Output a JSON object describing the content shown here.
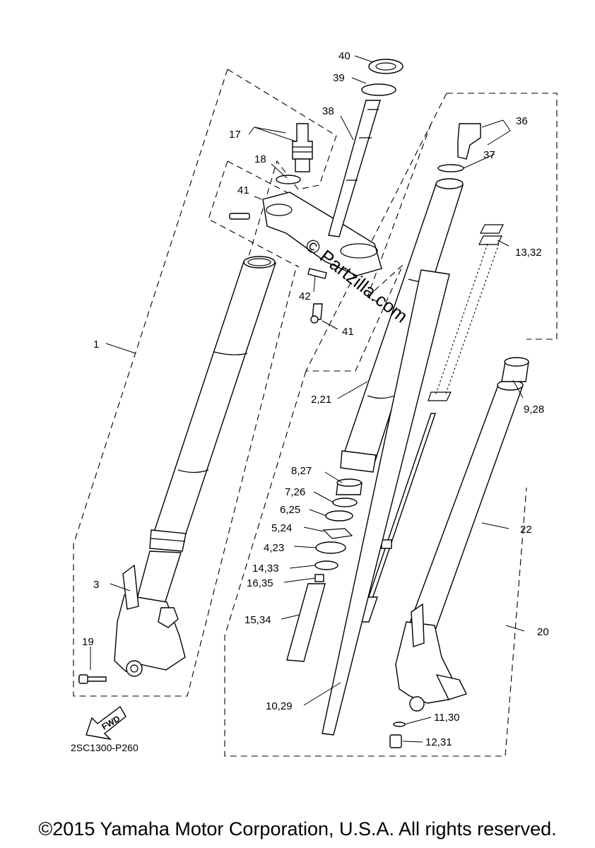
{
  "labels": {
    "p1": "1",
    "p2_21": "2,21",
    "p3": "3",
    "p4_23": "4,23",
    "p5_24": "5,24",
    "p6_25": "6,25",
    "p7_26": "7,26",
    "p8_27": "8,27",
    "p9_28": "9,28",
    "p10_29": "10,29",
    "p11_30": "11,30",
    "p12_31": "12,31",
    "p13_32": "13,32",
    "p14_33": "14,33",
    "p15_34": "15,34",
    "p16_35": "16,35",
    "p17": "17",
    "p18": "18",
    "p19": "19",
    "p20": "20",
    "p22": "22",
    "p36": "36",
    "p37": "37",
    "p38": "38",
    "p39": "39",
    "p40": "40",
    "p41a": "41",
    "p41b": "41",
    "p42": "42"
  },
  "watermark": "© Partzilla.com",
  "fwd_label": "FWD",
  "diagram_code": "2SC1300-P260",
  "copyright": "©2015 Yamaha Motor Corporation, U.S.A. All rights reserved."
}
